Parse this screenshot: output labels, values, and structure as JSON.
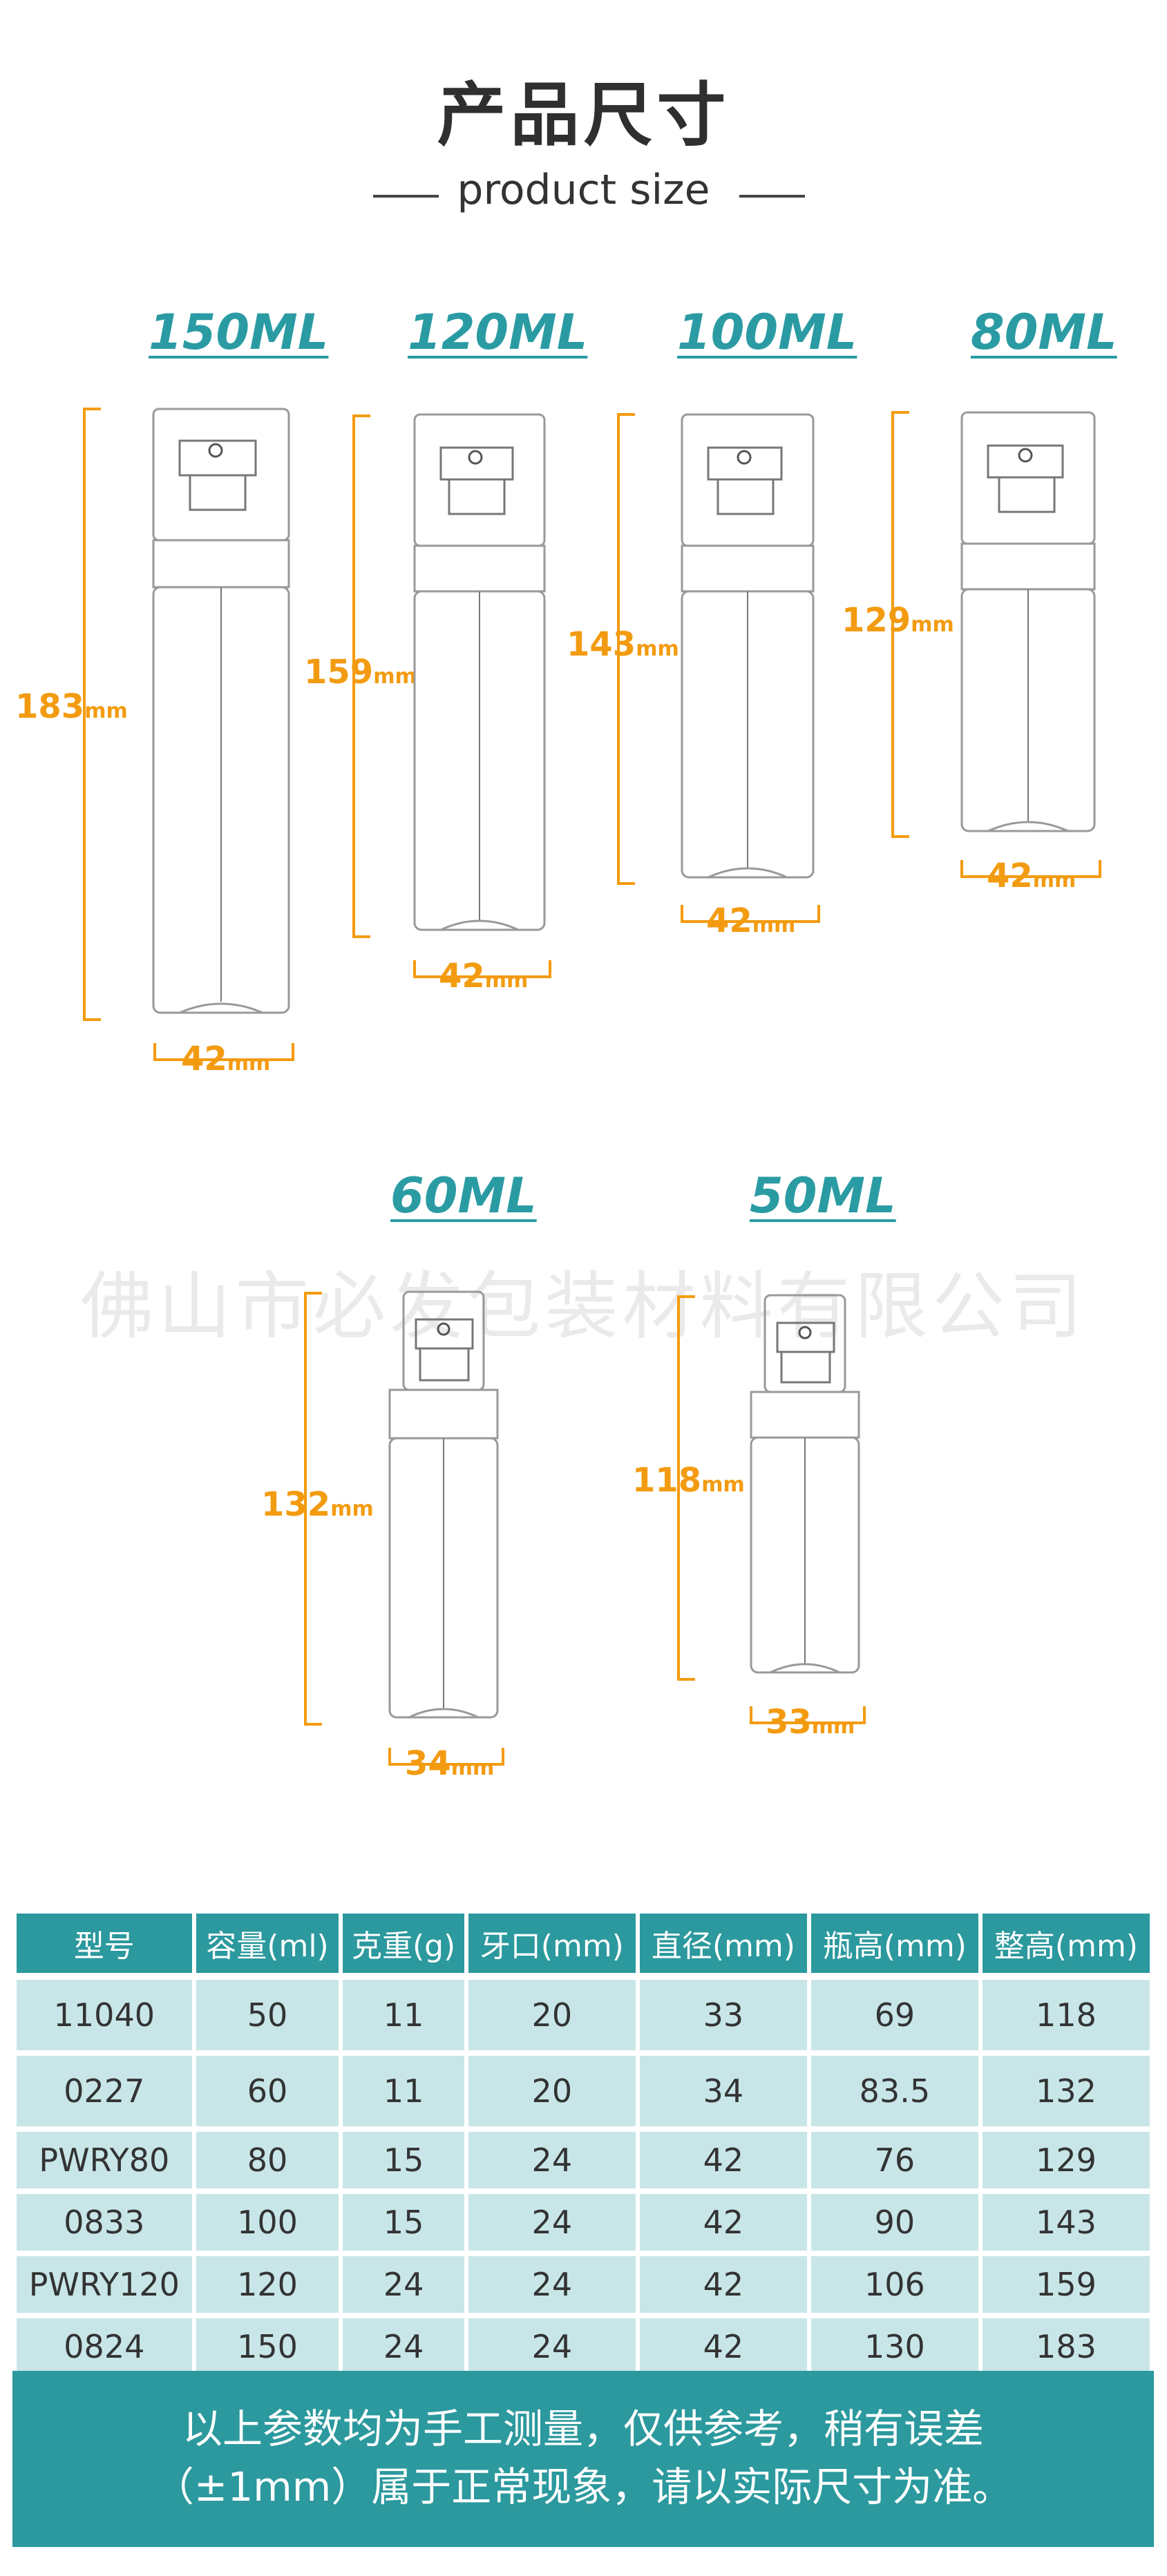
{
  "header": {
    "title": "产品尺寸",
    "subtitle": "product size"
  },
  "bottles": [
    {
      "capacity": "150ML",
      "height": "183",
      "width": "42",
      "unit": "mm"
    },
    {
      "capacity": "120ML",
      "height": "159",
      "width": "42",
      "unit": "mm"
    },
    {
      "capacity": "100ML",
      "height": "143",
      "width": "42",
      "unit": "mm"
    },
    {
      "capacity": "80ML",
      "height": "129",
      "width": "42",
      "unit": "mm"
    },
    {
      "capacity": "60ML",
      "height": "132",
      "width": "34",
      "unit": "mm"
    },
    {
      "capacity": "50ML",
      "height": "118",
      "width": "33",
      "unit": "mm"
    }
  ],
  "watermark": "佛山市必发包装材料有限公司",
  "table": {
    "headers": [
      "型号",
      "容量(ml)",
      "克重(g)",
      "牙口(mm)",
      "直径(mm)",
      "瓶高(mm)",
      "整高(mm)"
    ],
    "rows": [
      [
        "11040",
        "50",
        "11",
        "20",
        "33",
        "69",
        "118"
      ],
      [
        "0227",
        "60",
        "11",
        "20",
        "34",
        "83.5",
        "132"
      ],
      [
        "PWRY80",
        "80",
        "15",
        "24",
        "42",
        "76",
        "129"
      ],
      [
        "0833",
        "100",
        "15",
        "24",
        "42",
        "90",
        "143"
      ],
      [
        "PWRY120",
        "120",
        "24",
        "24",
        "42",
        "106",
        "159"
      ],
      [
        "0824",
        "150",
        "24",
        "24",
        "42",
        "130",
        "183"
      ]
    ]
  },
  "note": {
    "line1": "以上参数均为手工测量，仅供参考，稍有误差",
    "line2": "（±1mm）属于正常现象，请以实际尺寸为准。"
  },
  "colors": {
    "accent": "#2a9ba3",
    "dimension": "#f39b10",
    "table_header": "#2b999e",
    "table_cell": "#c8e6e8"
  }
}
